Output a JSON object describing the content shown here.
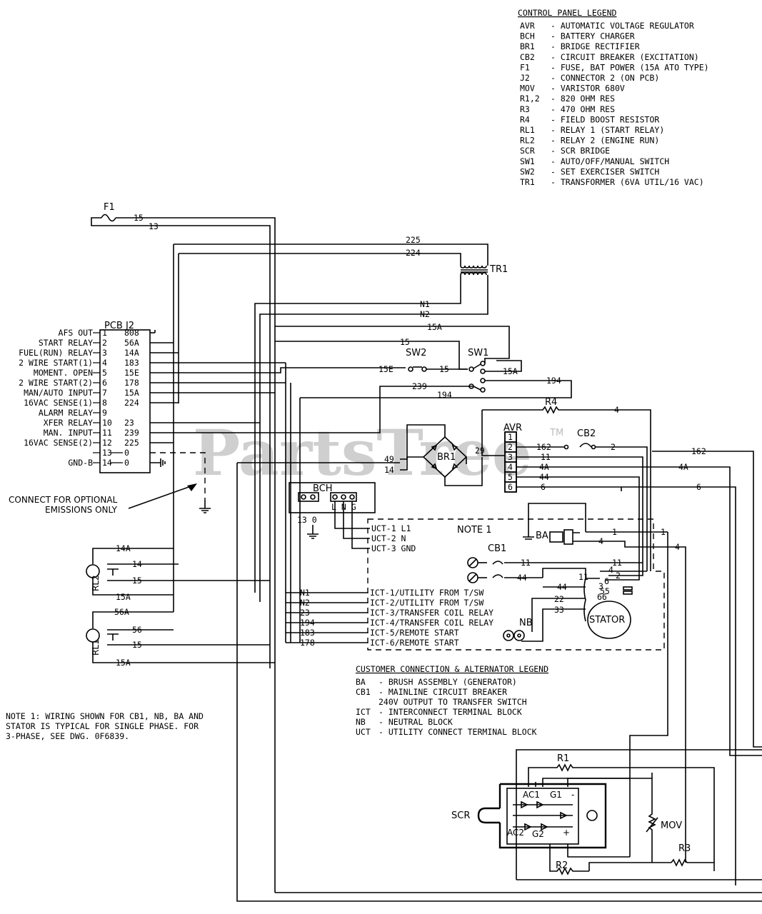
{
  "watermark": {
    "text": "PartsTree",
    "tm": "TM"
  },
  "control_legend": {
    "title": "CONTROL PANEL LEGEND",
    "items": [
      {
        "code": "AVR",
        "desc": "-  AUTOMATIC VOLTAGE REGULATOR"
      },
      {
        "code": "BCH",
        "desc": "-  BATTERY CHARGER"
      },
      {
        "code": "BR1",
        "desc": "-  BRIDGE RECTIFIER"
      },
      {
        "code": "CB2",
        "desc": "-  CIRCUIT BREAKER (EXCITATION)"
      },
      {
        "code": "F1",
        "desc": "-  FUSE, BAT POWER (15A ATO TYPE)"
      },
      {
        "code": "J2",
        "desc": "-  CONNECTOR 2 (ON PCB)"
      },
      {
        "code": "MOV",
        "desc": "-  VARISTOR 680V"
      },
      {
        "code": "R1,2",
        "desc": "-  820 OHM RES"
      },
      {
        "code": "R3",
        "desc": "-  470 OHM RES"
      },
      {
        "code": "R4",
        "desc": "-  FIELD BOOST RESISTOR"
      },
      {
        "code": "RL1",
        "desc": "-  RELAY 1 (START RELAY)"
      },
      {
        "code": "RL2",
        "desc": "-  RELAY 2 (ENGINE RUN)"
      },
      {
        "code": "SCR",
        "desc": "-  SCR BRIDGE"
      },
      {
        "code": "SW1",
        "desc": "-  AUTO/OFF/MANUAL SWITCH"
      },
      {
        "code": "SW2",
        "desc": "-  SET EXERCISER SWITCH"
      },
      {
        "code": "TR1",
        "desc": "-  TRANSFORMER (6VA UTIL/16 VAC)"
      }
    ]
  },
  "pcb_j2": {
    "title": "PCB  J2",
    "pins": [
      {
        "label": "AFS OUT",
        "num": "1",
        "wire": "808"
      },
      {
        "label": "START RELAY",
        "num": "2",
        "wire": "56A"
      },
      {
        "label": "FUEL(RUN) RELAY",
        "num": "3",
        "wire": "14A"
      },
      {
        "label": "2 WIRE START(1)",
        "num": "4",
        "wire": "183"
      },
      {
        "label": "MOMENT. OPEN",
        "num": "5",
        "wire": "15E"
      },
      {
        "label": "2 WIRE START(2)",
        "num": "6",
        "wire": "178"
      },
      {
        "label": "MAN/AUTO INPUT",
        "num": "7",
        "wire": "15A"
      },
      {
        "label": "16VAC SENSE(1)",
        "num": "8",
        "wire": "224"
      },
      {
        "label": "ALARM RELAY",
        "num": "9",
        "wire": ""
      },
      {
        "label": "XFER RELAY",
        "num": "10",
        "wire": "23"
      },
      {
        "label": "MAN. INPUT",
        "num": "11",
        "wire": "239"
      },
      {
        "label": "16VAC SENSE(2)",
        "num": "12",
        "wire": "225"
      },
      {
        "label": "",
        "num": "13",
        "wire": "0"
      },
      {
        "label": "GND-B",
        "num": "14",
        "wire": "0"
      }
    ]
  },
  "components": {
    "f1": "F1",
    "tr1": "TR1",
    "sw1": "SW1",
    "sw2": "SW2",
    "br1": "BR1",
    "r4": "R4",
    "avr": "AVR",
    "cb2": "CB2",
    "bch": "BCH",
    "bch_pins": "L N G",
    "note1": "NOTE 1",
    "cb1": "CB1",
    "ba": "BA",
    "nb": "NB",
    "stator": "STATOR",
    "rl1": "RL1",
    "rl2": "RL2",
    "scr": "SCR",
    "mov": "MOV",
    "r1": "R1",
    "r2": "R2",
    "r3": "R3",
    "ac1": "AC1",
    "ac2": "AC2",
    "g1": "G1",
    "g2": "G2"
  },
  "avr_pins": [
    "1",
    "2",
    "3",
    "4",
    "5",
    "6"
  ],
  "wire_labels": {
    "w15": "15",
    "w13": "13",
    "w225": "225",
    "w224": "224",
    "n1": "N1",
    "n2": "N2",
    "w15a": "15A",
    "w15b": "15",
    "w15e": "15E",
    "w15c": "15",
    "w15a2": "15A",
    "w194": "194",
    "w239": "239",
    "w194b": "194",
    "w4": "4",
    "w29": "29",
    "w49": "49",
    "w14": "14",
    "w162": "162",
    "w2": "2",
    "w11": "11",
    "w4a": "4A",
    "w44": "44",
    "w6": "6",
    "w162b": "162",
    "w4ab": "4A",
    "w6b": "6",
    "bch130": "13 0"
  },
  "uct": [
    {
      "label": "UCT-1  L1"
    },
    {
      "label": "UCT-2  N"
    },
    {
      "label": "UCT-3  GND"
    }
  ],
  "ict": [
    {
      "wire": "N1",
      "label": "ICT-1/UTILITY FROM T/SW"
    },
    {
      "wire": "N2",
      "label": "ICT-2/UTILITY FROM T/SW"
    },
    {
      "wire": "23",
      "label": "ICT-3/TRANSFER COIL RELAY"
    },
    {
      "wire": "194",
      "label": "ICT-4/TRANSFER COIL RELAY"
    },
    {
      "wire": "183",
      "label": "ICT-5/REMOTE START"
    },
    {
      "wire": "178",
      "label": "ICT-6/REMOTE START"
    }
  ],
  "alt_wires": {
    "ba1": "1",
    "ba4": "4",
    "ba1b": "1",
    "ba4b": "4",
    "cb1_11": "11",
    "cb1_44": "44",
    "st11": "11",
    "st4": "4",
    "st2": "2",
    "st6": "6",
    "st44": "44",
    "st11b": "11",
    "st3": "3",
    "st5": "5",
    "st55": "55",
    "st66": "66",
    "st22": "22",
    "st33": "33"
  },
  "relay_wires": {
    "rl2_14a": "14A",
    "rl2_14": "14",
    "rl2_15": "15",
    "rl2_15a": "15A",
    "rl1_56a": "56A",
    "rl1_56": "56",
    "rl1_15": "15",
    "rl1_15a": "15A"
  },
  "optional_note": [
    "CONNECT FOR OPTIONAL",
    "EMISSIONS ONLY"
  ],
  "gnd_label": "GND-B",
  "customer_legend": {
    "title": "CUSTOMER CONNECTION & ALTERNATOR LEGEND",
    "items": [
      {
        "code": "BA",
        "desc": "-  BRUSH ASSEMBLY (GENERATOR)"
      },
      {
        "code": "CB1",
        "desc": "-  MAINLINE CIRCUIT BREAKER"
      },
      {
        "code": "",
        "desc": "   240V OUTPUT TO TRANSFER SWITCH"
      },
      {
        "code": "ICT",
        "desc": "-  INTERCONNECT TERMINAL BLOCK"
      },
      {
        "code": "NB",
        "desc": "-  NEUTRAL BLOCK"
      },
      {
        "code": "UCT",
        "desc": "-  UTILITY CONNECT TERMINAL BLOCK"
      }
    ]
  },
  "note_text": [
    "NOTE 1: WIRING SHOWN FOR CB1, NB, BA AND",
    "STATOR IS TYPICAL FOR SINGLE PHASE. FOR",
    "3-PHASE, SEE DWG. 0F6839."
  ]
}
